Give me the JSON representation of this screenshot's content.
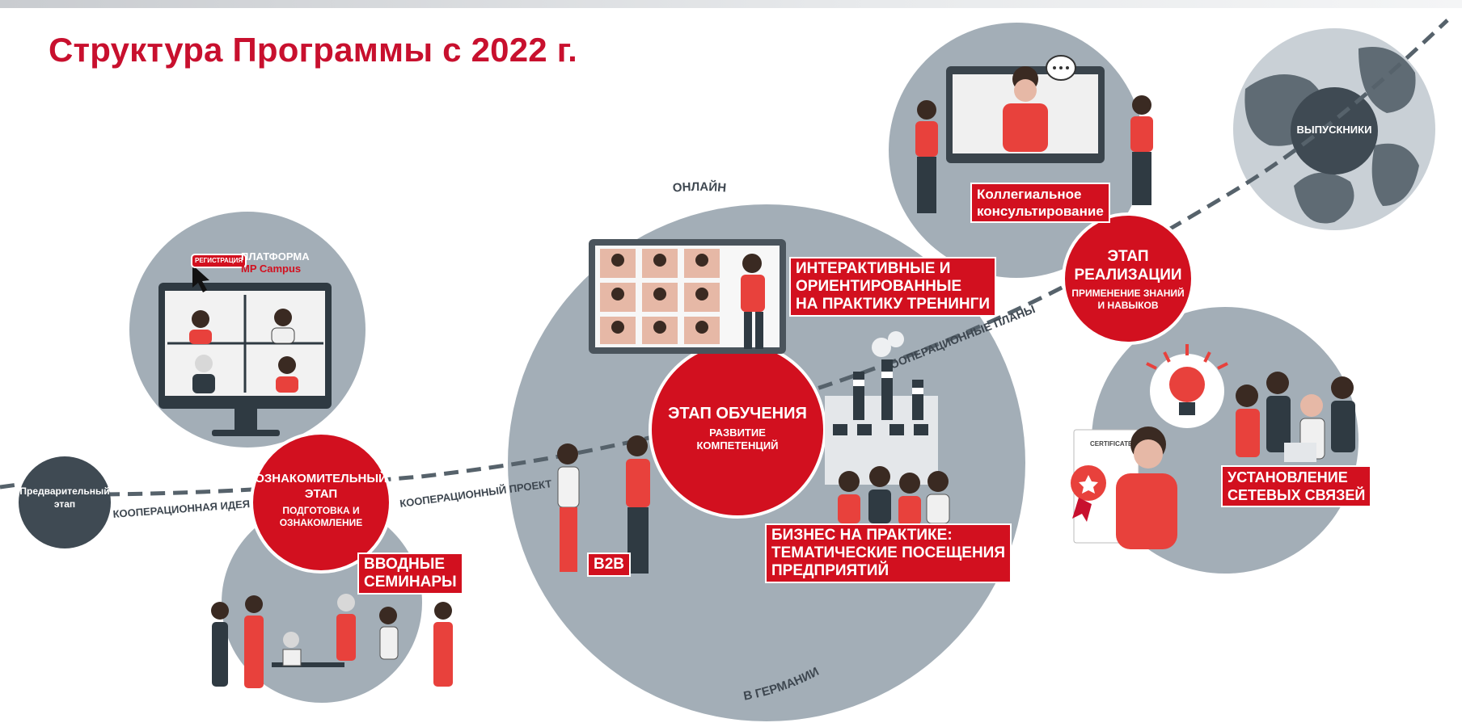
{
  "title": "Структура Программы с 2022 г.",
  "colors": {
    "accent": "#d2101f",
    "circle": "#9aa6b0",
    "dark": "#3f4a53",
    "title": "#c8102e"
  },
  "stages": {
    "pre": {
      "label": "Предварительный этап"
    },
    "intro": {
      "title": "ОЗНАКОМИТЕЛЬНЫЙ ЭТАП",
      "subtitle": "ПОДГОТОВКА И ОЗНАКОМЛЕНИЕ"
    },
    "learning": {
      "title": "ЭТАП ОБУЧЕНИЯ",
      "subtitle": "РАЗВИТИЕ КОМПЕТЕНЦИЙ"
    },
    "implementation": {
      "title": "ЭТАП РЕАЛИЗАЦИИ",
      "subtitle": "ПРИМЕНЕНИЕ ЗНАНИЙ И НАВЫКОВ"
    },
    "alumni": {
      "label": "ВЫПУСКНИКИ"
    }
  },
  "path_labels": {
    "idea": "КООПЕРАЦИОННАЯ ИДЕЯ",
    "project": "КООПЕРАЦИОННЫЙ ПРОЕКТ",
    "plans": "КООПЕРАЦИОННЫЕ ПЛАНЫ"
  },
  "arc_labels": {
    "online": "ОНЛАЙН",
    "germany": "В ГЕРМАНИИ"
  },
  "platform": {
    "register": "РЕГИСТРАЦИЯ",
    "line1": "ПЛАТФОРМА",
    "line2": "MP Campus"
  },
  "boxes": {
    "seminars": [
      "ВВОДНЫЕ",
      "СЕМИНАРЫ"
    ],
    "trainings": [
      "ИНТЕРАКТИВНЫЕ И",
      "ОРИЕНТИРОВАННЫЕ",
      "НА ПРАКТИКУ ТРЕНИНГИ"
    ],
    "b2b": "B2B",
    "business": [
      "БИЗНЕС НА ПРАКТИКЕ:",
      "ТЕМАТИЧЕСКИЕ ПОСЕЩЕНИЯ",
      "ПРЕДПРИЯТИЙ"
    ],
    "consulting": [
      "Коллегиальное",
      "консультирование"
    ],
    "networking": [
      "УСТАНОВЛЕНИЕ",
      "СЕТЕВЫХ СВЯЗЕЙ"
    ]
  },
  "certificate": "CERTIFICATE",
  "icons": [
    "chat-bubble-icon",
    "lightbulb-icon",
    "cursor-icon",
    "globe-icon",
    "factory-icon",
    "certificate-icon"
  ]
}
